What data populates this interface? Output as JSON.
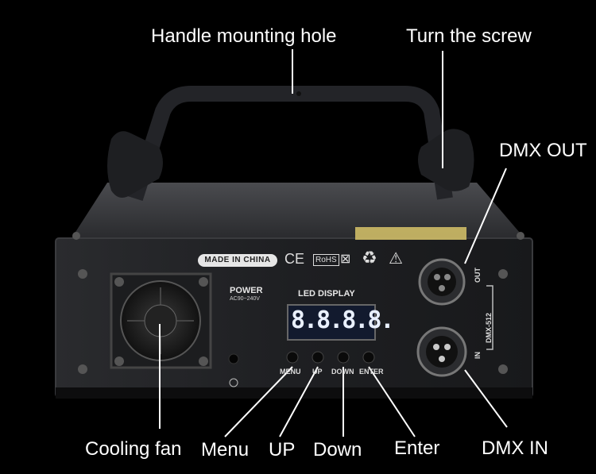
{
  "callouts": {
    "handle": "Handle mounting hole",
    "screw": "Turn the screw",
    "dmx_out": "DMX OUT",
    "cooling_fan": "Cooling fan",
    "menu": "Menu",
    "up": "UP",
    "down": "Down",
    "enter": "Enter",
    "dmx_in": "DMX IN"
  },
  "panel": {
    "made_in": "MADE IN CHINA",
    "ce": "CE",
    "rohs": "RoHS",
    "power": "POWER",
    "power_spec": "AC90~240V",
    "led_display": "LED DISPLAY",
    "display_value": "8.8.8.8.",
    "btn_menu": "MENU",
    "btn_up": "UP",
    "btn_down": "DOWN",
    "btn_enter": "ENTER",
    "out": "OUT",
    "in": "IN",
    "dmx512": "DMX-512"
  },
  "colors": {
    "body": "#1b1c1f",
    "display_digits": "#e9f0ff",
    "display_bg": "#121a2e"
  }
}
